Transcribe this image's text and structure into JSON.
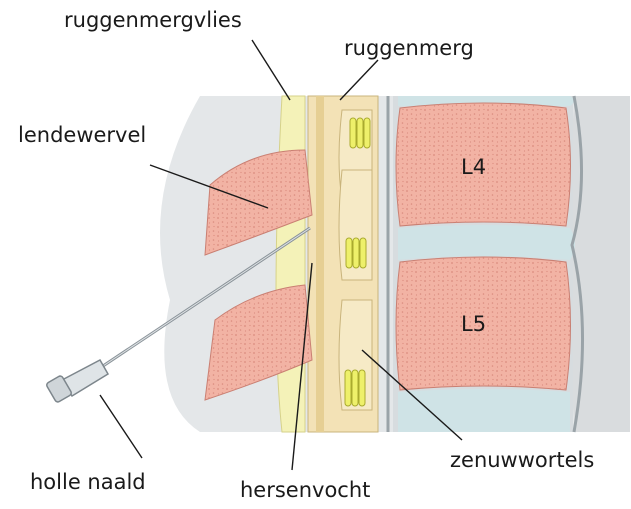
{
  "labels": {
    "dura": "ruggenmergvlies",
    "cord": "ruggenmerg",
    "vertebra": "lendewervel",
    "needle": "holle naald",
    "csf": "hersenvocht",
    "roots": "zenuwwortels",
    "l4": "L4",
    "l5": "L5"
  },
  "colors": {
    "bone": "#f2b3a4",
    "bone_dots": "#d98b7e",
    "disc": "#cfe3e6",
    "tissue": "#e2e5e7",
    "dura": "#f4f2b8",
    "cord": "#f3e2b6",
    "roots": "#eef06a",
    "line": "#1a1a1a"
  }
}
